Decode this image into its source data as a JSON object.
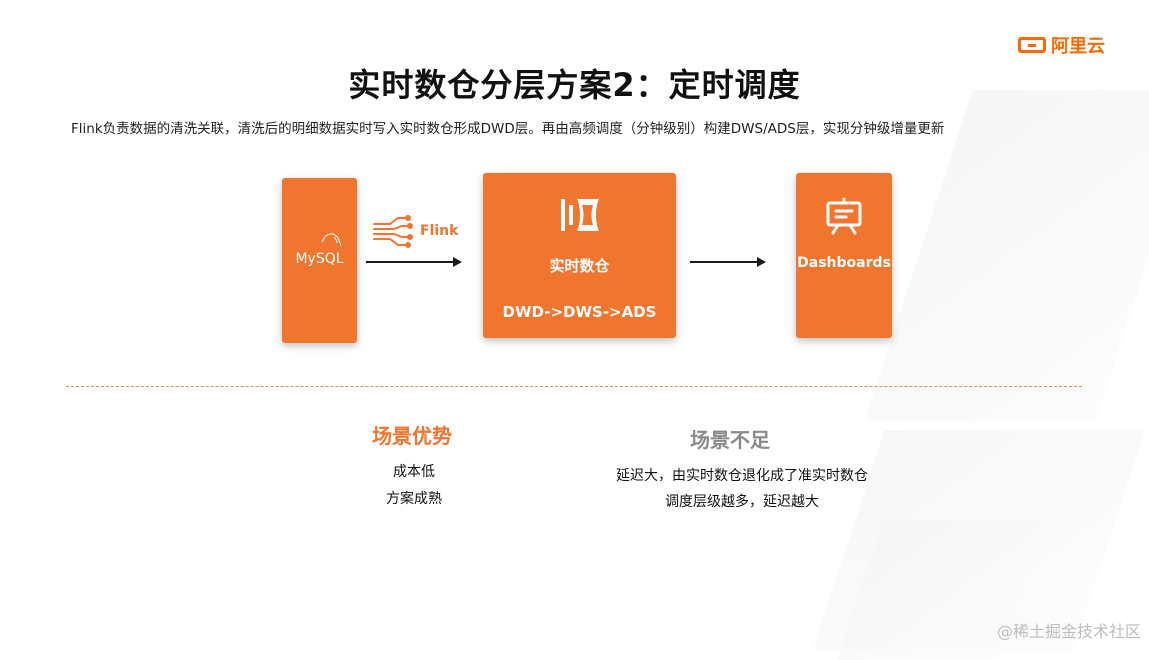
{
  "logo": {
    "text": "阿里云"
  },
  "title": "实时数仓分层方案2：定时调度",
  "subtitle": "Flink负责数据的清洗关联，清洗后的明细数据实时写入实时数仓形成DWD层。再由高频调度（分钟级别）构建DWS/ADS层，实现分钟级增量更新",
  "diagram": {
    "source": {
      "label": "MySQL",
      "icon": "dolphin-icon"
    },
    "connector": {
      "label": "Flink",
      "icon": "flink-stream-icon"
    },
    "warehouse": {
      "name": "实时数仓",
      "layers": "DWD->DWS->ADS",
      "icon": "warehouse-icon"
    },
    "sink": {
      "name": "Dashboards",
      "icon": "presentation-board-icon"
    }
  },
  "advantages": {
    "heading": "场景优势",
    "items": [
      "成本低",
      "方案成熟"
    ]
  },
  "disadvantages": {
    "heading": "场景不足",
    "items": [
      "延迟大，由实时数仓退化成了准实时数仓",
      "调度层级越多，延迟越大"
    ]
  },
  "colors": {
    "accent": "#f0752f",
    "brand": "#ff6a00",
    "muted": "#8a8a8a"
  },
  "watermark": "@稀土掘金技术社区"
}
